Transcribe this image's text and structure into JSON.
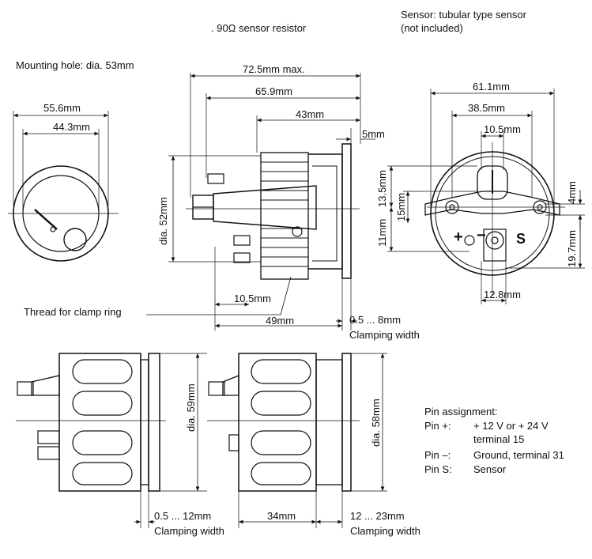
{
  "header": {
    "resistor_note": ". 90Ω sensor resistor",
    "sensor_note_line1": "Sensor: tubular type sensor",
    "sensor_note_line2": "(not included)",
    "mounting_hole": "Mounting hole: dia. 53mm"
  },
  "front_view": {
    "dim_outer": "55.6mm",
    "dim_inner": "44.3mm"
  },
  "side_view_top": {
    "dim_max": "72.5mm max.",
    "dim_659": "65.9mm",
    "dim_43": "43mm",
    "dim_5": "5mm",
    "dim_dia52": "dia. 52mm",
    "dim_105": "10.5mm",
    "dim_49": "49mm",
    "dim_clamp": "0.5 ... 8mm",
    "clamp_width": "Clamping width",
    "thread_label": "Thread for clamp ring"
  },
  "rear_view": {
    "dim_611": "61.1mm",
    "dim_385": "38.5mm",
    "dim_105": "10.5mm",
    "dim_135": "13.5mm",
    "dim_15": "15mm",
    "dim_11": "11mm",
    "dim_4": "4mm",
    "dim_197": "19.7mm",
    "dim_128": "12.8mm",
    "pin_plus": "+",
    "pin_minus": "−",
    "pin_s": "S"
  },
  "side_view_bottom_left": {
    "dim_dia59": "dia. 59mm",
    "dim_clamp": "0.5 ... 12mm",
    "clamp_width": "Clamping width"
  },
  "side_view_bottom_right": {
    "dim_dia58": "dia. 58mm",
    "dim_34": "34mm",
    "dim_clamp": "12 ... 23mm",
    "clamp_width": "Clamping width"
  },
  "pin_assignment": {
    "title": "Pin assignment:",
    "rows": [
      {
        "pin": "Pin +:",
        "desc": "+ 12 V or + 24 V"
      },
      {
        "pin": "",
        "desc": "terminal 15"
      },
      {
        "pin": "Pin –:",
        "desc": "Ground, terminal 31"
      },
      {
        "pin": "Pin S:",
        "desc": "Sensor"
      }
    ]
  }
}
